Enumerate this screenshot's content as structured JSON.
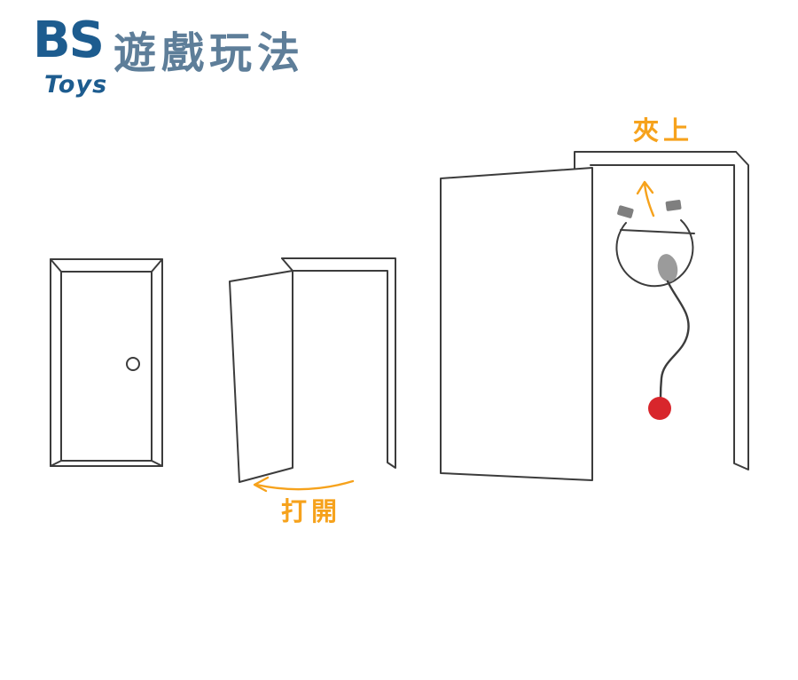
{
  "header": {
    "logo_main": "BS",
    "logo_sub": "Toys",
    "title": "遊戲玩法"
  },
  "annotations": {
    "open_label": "打開",
    "clip_label": "夾上"
  },
  "colors": {
    "logo_navy": "#1d5c8f",
    "title_blue": "#5e7e99",
    "line_dark": "#3c3c3c",
    "accent_orange": "#f6a21c",
    "ball_red": "#d8262c",
    "clamp_gray": "#9b9b9b",
    "pad_gray": "#7f7f7f"
  }
}
